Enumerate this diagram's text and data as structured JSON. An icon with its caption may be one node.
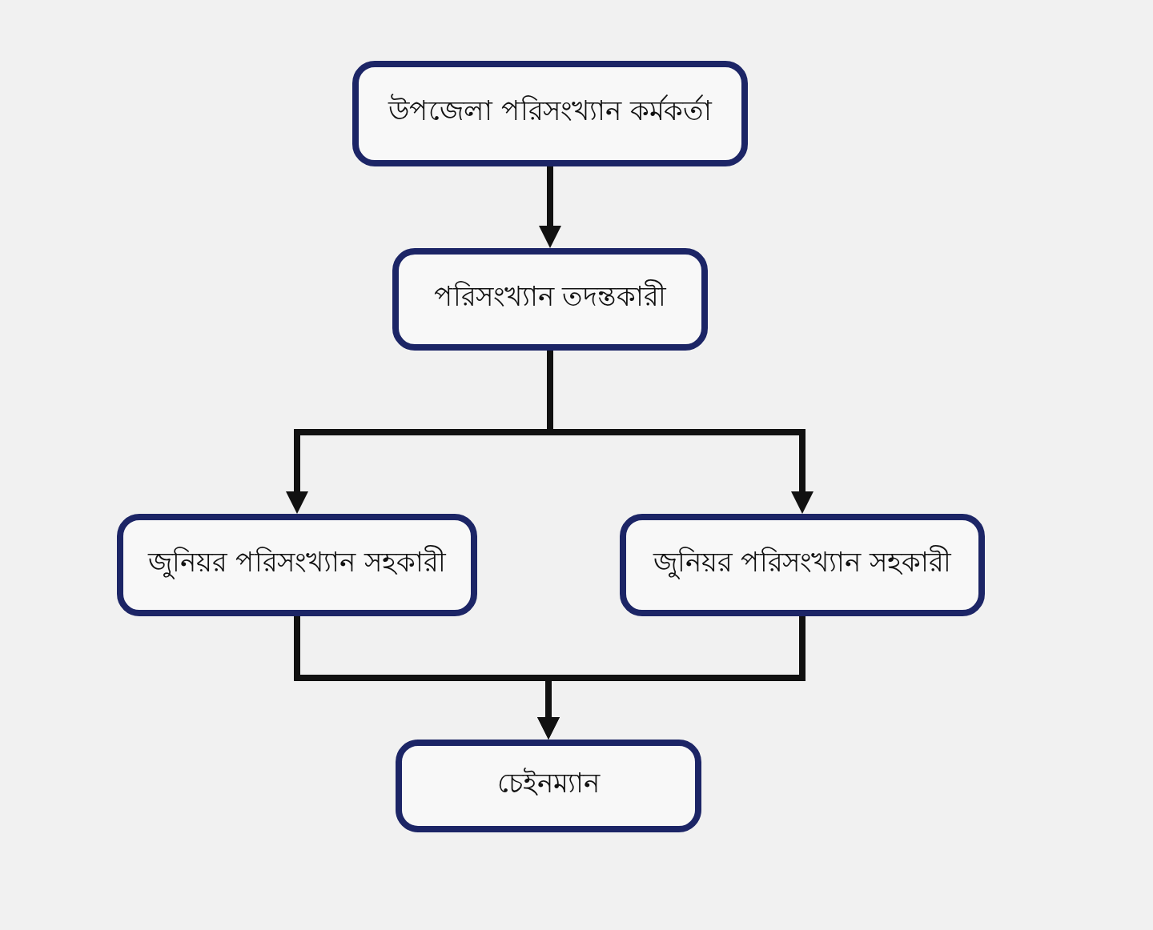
{
  "diagram": {
    "nodes": [
      {
        "text": [
          "উপজেলা পরিসংখ্যান কর্মকর্তা"
        ]
      },
      {
        "text": [
          "পরিসংখ্যান তদন্তকারী"
        ]
      },
      {
        "text": [
          "জুনিয়র পরিসংখ্যান সহকারী"
        ]
      },
      {
        "text": [
          "জুনিয়র পরিসংখ্যান সহকারী"
        ]
      },
      {
        "text": [
          "চেইনম্যান"
        ]
      }
    ],
    "edges": [
      {
        "from": 0,
        "to": 1,
        "arrow": "to"
      },
      {
        "from": 1,
        "to": 2,
        "arrow": "to"
      },
      {
        "from": 1,
        "to": 3,
        "arrow": "to"
      },
      {
        "from": 2,
        "to": 4,
        "arrow": "to"
      },
      {
        "from": 3,
        "to": 4,
        "arrow": "to"
      }
    ]
  }
}
